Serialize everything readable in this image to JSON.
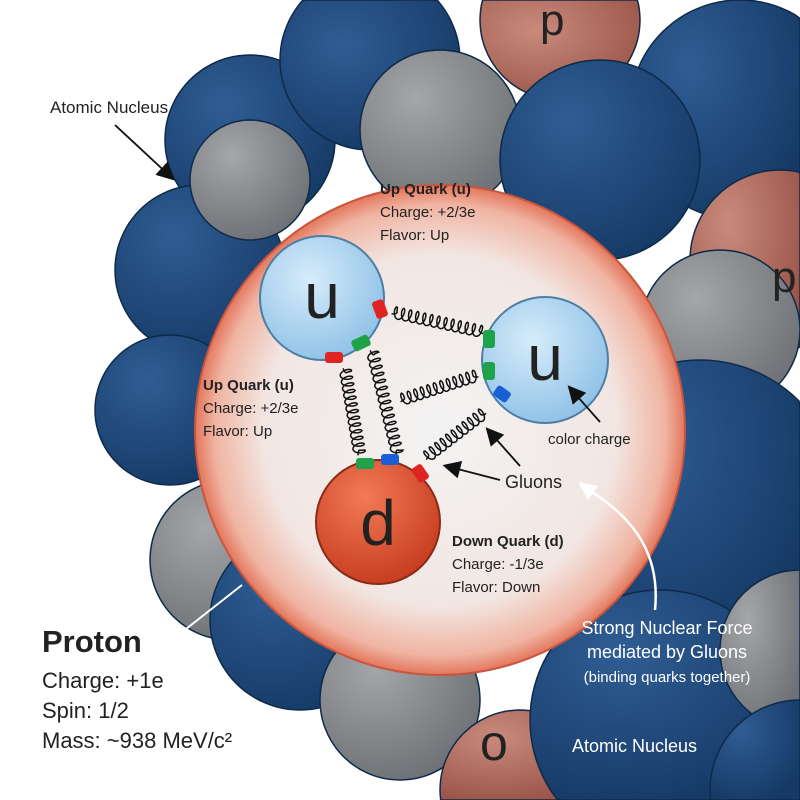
{
  "labels": {
    "nucleus_top": "Atomic Nucleus",
    "nucleus_bottom": "Atomic Nucleus",
    "up_quark_top": {
      "title": "Up Quark (u)",
      "charge": "Charge: +2/3e",
      "flavor": "Flavor: Up"
    },
    "up_quark_left": {
      "title": "Up Quark (u)",
      "charge": "Charge: +2/3e",
      "flavor": "Flavor: Up"
    },
    "down_quark": {
      "title": "Down Quark (d)",
      "charge": "Charge: -1/3e",
      "flavor": "Flavor: Down"
    },
    "color_charge": "color charge",
    "gluons": "Gluons",
    "strong_force": [
      "Strong Nuclear Force",
      "mediated by Gluons",
      "(binding quarks together)"
    ],
    "proton": {
      "title": "Proton",
      "charge": "Charge: +1e",
      "spin": "Spin: 1/2",
      "mass": "Mass: ~938 MeV/c²"
    }
  },
  "quarks": {
    "u1": "u",
    "u2": "u",
    "d": "d"
  },
  "nucleon_letters": [
    "p",
    "p",
    "o"
  ],
  "colors": {
    "nucleus_blue": "#1f4677",
    "nucleus_gray": "#8c8e91",
    "proton_shell": "#e8907a",
    "up_quark": "#a9d2ef",
    "down_quark": "#d9452a",
    "charge_red": "#e02424",
    "charge_green": "#1fa34a",
    "charge_blue": "#1a5fd6"
  }
}
